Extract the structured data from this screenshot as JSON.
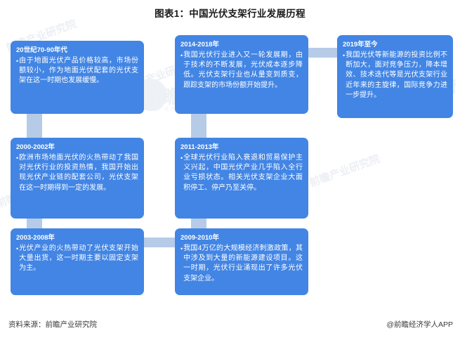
{
  "page": {
    "title": "图表1：中国光伏支架行业发展历程",
    "accent_color": "#4285e4",
    "connector_color": "#b6cbe8",
    "background_color": "#ffffff"
  },
  "watermarks": {
    "brand_logo": "前瞻",
    "brand_sub": "中国产业咨询领导者",
    "diagonal": "前瞻产业研究院"
  },
  "timeline": {
    "bullet_glyph": "•",
    "boxes": [
      {
        "id": "box-1970s-90s",
        "period": "20世纪70-90年代",
        "text": "由于地面光伏产品价格较高，市场份额较小，作为地面光伏配套的光伏支架在这一时期也发展缓慢。"
      },
      {
        "id": "box-2014-2018",
        "period": "2014-2018年",
        "text": "我国光伏行业进入又一轮发展期，由于技术的不断发展，光伏成本逐步降低。光伏支架行业也从量变到质变，跟踪支架的市场份额开始提升。"
      },
      {
        "id": "box-2019-now",
        "period": "2019年至今",
        "text": "我国光伏等新能源的投资比例不断加大，面对竞争压力，降本增效、技术迭代等是光伏支架行业近年来的主旋律，国际竞争力进一步提升。"
      },
      {
        "id": "box-2000-2002",
        "period": "2000-2002年",
        "text": "欧洲市场地面光伏的火热带动了我国对光伏行业的投资热情，我国开始出现光伏产业链的配套公司，光伏支架在这一时期得到一定的发展。"
      },
      {
        "id": "box-2011-2013",
        "period": "2011-2013年",
        "text": "全球光伏行业陷入衰退和贸易保护主义兴起，中国光伏产业几乎陷入全行业亏损状态。相关光伏支架企业大面积停工、停产乃至关停。"
      },
      {
        "id": "box-2003-2008",
        "period": "2003-2008年",
        "text": "光伏产业的火热带动了光伏支架开始大量出货，这一时期主要以固定支架为主。"
      },
      {
        "id": "box-2009-2010",
        "period": "2009-2010年",
        "text": "我国4万亿的大规模经济刺激政策，其中涉及到大量的新能源建设项目。这一时期，光伏行业涌现出了许多光伏支架企业。"
      }
    ]
  },
  "footer": {
    "source": "资料来源：前瞻产业研究院",
    "attribution": "@前瞻经济学人APP"
  }
}
